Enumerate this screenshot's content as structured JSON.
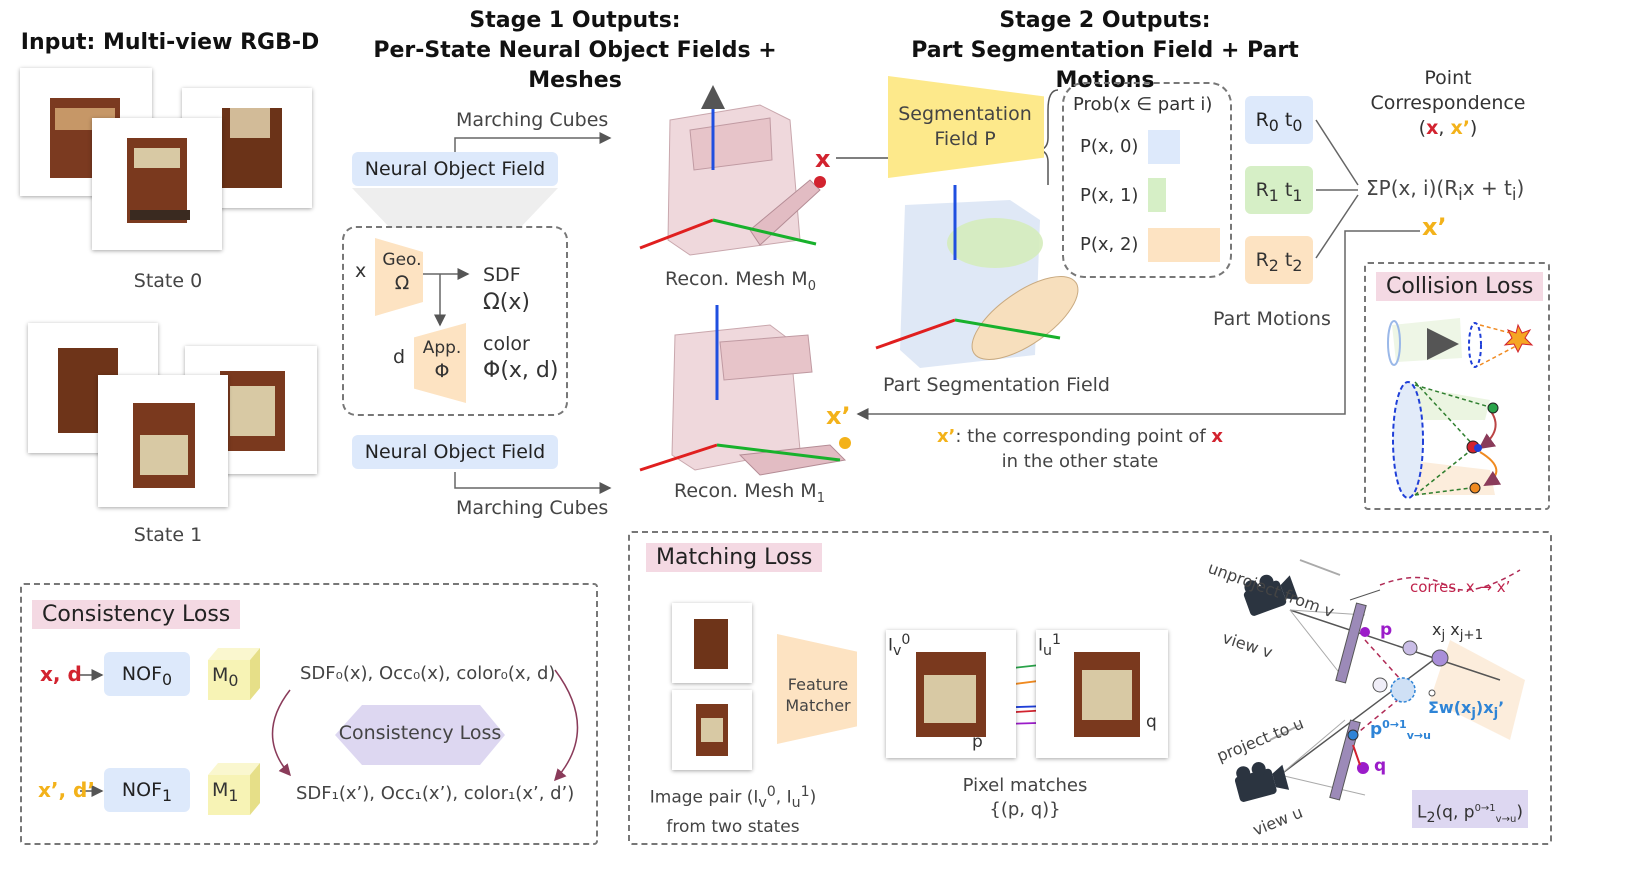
{
  "input": {
    "title": "Input: Multi-view RGB-D",
    "state0": "State 0",
    "state1": "State 1"
  },
  "stage1": {
    "title_line1": "Stage 1 Outputs:",
    "title_line2": "Per-State Neural Object Fields + Meshes",
    "mc_top": "Marching Cubes",
    "mc_bottom": "Marching Cubes",
    "nof_top": "Neural Object Field",
    "nof_bottom": "Neural Object Field",
    "x": "x",
    "geo": "Geo.",
    "geo_sym": "Ω",
    "sdf": "SDF",
    "sdf_expr": "Ω(x)",
    "d": "d",
    "app": "App.",
    "app_sym": "Φ",
    "color": "color",
    "color_expr": "Φ(x, d)",
    "mesh0": "Recon. Mesh M",
    "mesh0_sub": "0",
    "mesh1": "Recon. Mesh M",
    "mesh1_sub": "1"
  },
  "stage2": {
    "title_line1": "Stage 2 Outputs:",
    "title_line2": "Part Segmentation Field + Part Motions",
    "seg_field": "Segmentation Field P",
    "prob": "Prob(x ∈ part i)",
    "p0": "P(x, 0)",
    "p1": "P(x, 1)",
    "p2": "P(x, 2)",
    "psf": "Part Segmentation Field",
    "motions": "Part Motions",
    "r0": "R",
    "t0": "t",
    "r1": "R",
    "t1": "t",
    "r2": "R",
    "t2": "t",
    "sub0": "0",
    "sub1": "1",
    "sub2": "2",
    "pc1": "Point",
    "pc2": "Correspondence",
    "pc_x": "x",
    "pc_xp": "x’",
    "sum": "ΣP(x, i)(R",
    "sum2": "x + t",
    "sum_i": "i",
    "xp": "x’",
    "x": "x",
    "note_xp": "x’",
    "note1": ": the corresponding point of ",
    "note_x": "x",
    "note2": "in the other state"
  },
  "collision": {
    "title": "Collision Loss"
  },
  "consistency": {
    "title": "Consistency Loss",
    "x_d": "x, d",
    "xp_dp": "x’, d’",
    "nof0": "NOF",
    "nof0_sub": "0",
    "nof1": "NOF",
    "nof1_sub": "1",
    "m0": "M",
    "m0_sub": "0",
    "m1": "M",
    "m1_sub": "1",
    "line0": "SDF₀(x), Occ₀(x), color₀(x, d)",
    "line1": "SDF₁(x’), Occ₁(x’), color₁(x’, d’)",
    "center": "Consistency Loss"
  },
  "matching": {
    "title": "Matching Loss",
    "feature": "Feature Matcher",
    "pair1": "Image pair (I",
    "pair_v": "v",
    "pair_sup0": "0",
    "pair_mid": ", I",
    "pair_u": "u",
    "pair_sup1": "1",
    "pair_end": ")",
    "pair2": "from two states",
    "iv": "I",
    "iu": "I",
    "p": "p",
    "q": "q",
    "pix1": "Pixel matches",
    "pix2": "{(p, q)}",
    "unproject": "unproject from v",
    "viewv": "view v",
    "project": "project to u",
    "viewu": "view u",
    "corres": "corres. x → x’",
    "xj": "x",
    "xj_sub": "j",
    "xj1": "x",
    "xj1_sub": "j+1",
    "pvu": "p",
    "pvu_sup": "0→1",
    "pvu_sub": "v→u",
    "sumw": "Σw(x",
    "sumw2": ")x",
    "sumw3": "’",
    "l2": "L",
    "l2b": "(q, p",
    "l2_sup": "0→1",
    "l2_sub": "v→u",
    "l2c": ")"
  },
  "colors": {
    "blue": "#dde9fb",
    "green": "#d6efc6",
    "orange": "#fde3c2",
    "pink": "#f4d9e3",
    "red": "#d2232f",
    "gold": "#f3b21a",
    "purple": "#9b1cc9"
  }
}
